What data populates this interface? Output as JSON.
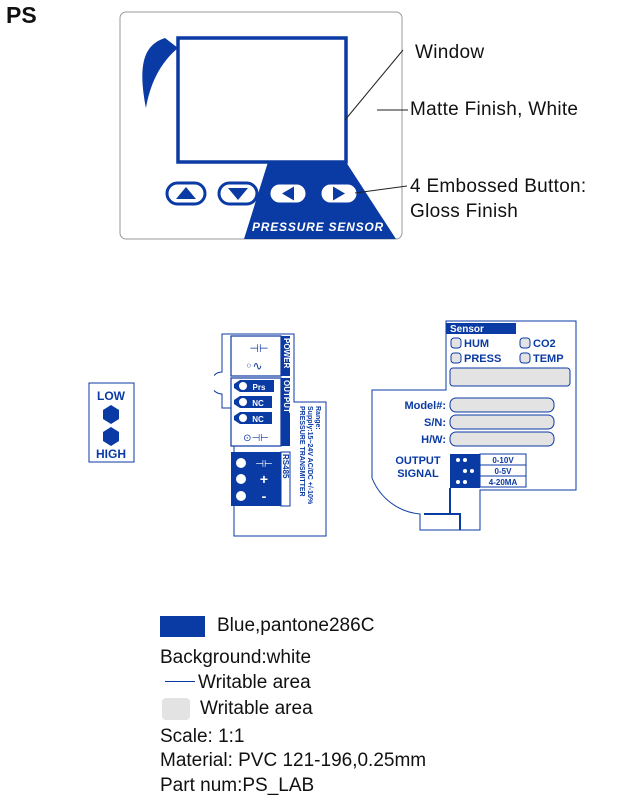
{
  "page": {
    "title": "PS"
  },
  "front_panel": {
    "brand_text": "PRESSURE SENSOR",
    "buttons": [
      {
        "icon": "arrow-up-icon"
      },
      {
        "icon": "arrow-down-icon"
      },
      {
        "icon": "arrow-left-icon"
      },
      {
        "icon": "arrow-right-icon"
      }
    ]
  },
  "callouts": {
    "window": "Window",
    "matte": "Matte Finish, White",
    "buttons_line1": "4 Embossed Button:",
    "buttons_line2": "Gloss Finish"
  },
  "low_high_label": {
    "low": "LOW",
    "high": "HIGH"
  },
  "terminal_label": {
    "power": "POWER",
    "output": "OUTPUT",
    "rs485": "RS485",
    "prs": "Prs",
    "nc1": "NC",
    "nc2": "NC",
    "plus": "+",
    "minus": "-",
    "side_line1": "PRESSURE TRANSMITTER",
    "side_line2": "Supply:15~24V AC/DC +/-10%",
    "side_line3": "Range:"
  },
  "info_label": {
    "sensor_header": "Sensor",
    "options": [
      "HUM",
      "CO2",
      "PRESS",
      "TEMP"
    ],
    "model": "Model#:",
    "sn": "S/N:",
    "hw": "H/W:",
    "output_signal_line1": "OUTPUT",
    "output_signal_line2": "SIGNAL",
    "ranges": [
      "0-10V",
      "0-5V",
      "4-20MA"
    ]
  },
  "legend": {
    "blue": "Blue,pantone286C",
    "background": "Background:white",
    "writable_line": "Writable area",
    "writable_grey": "Writable area",
    "scale": "Scale:  1:1",
    "material": "Material: PVC 121-196,0.25mm",
    "part": "Part num:PS_LAB"
  },
  "colors": {
    "blue": "#0a3aa3",
    "grey": "#e3e3e3",
    "outline": "#0a3aa3"
  }
}
